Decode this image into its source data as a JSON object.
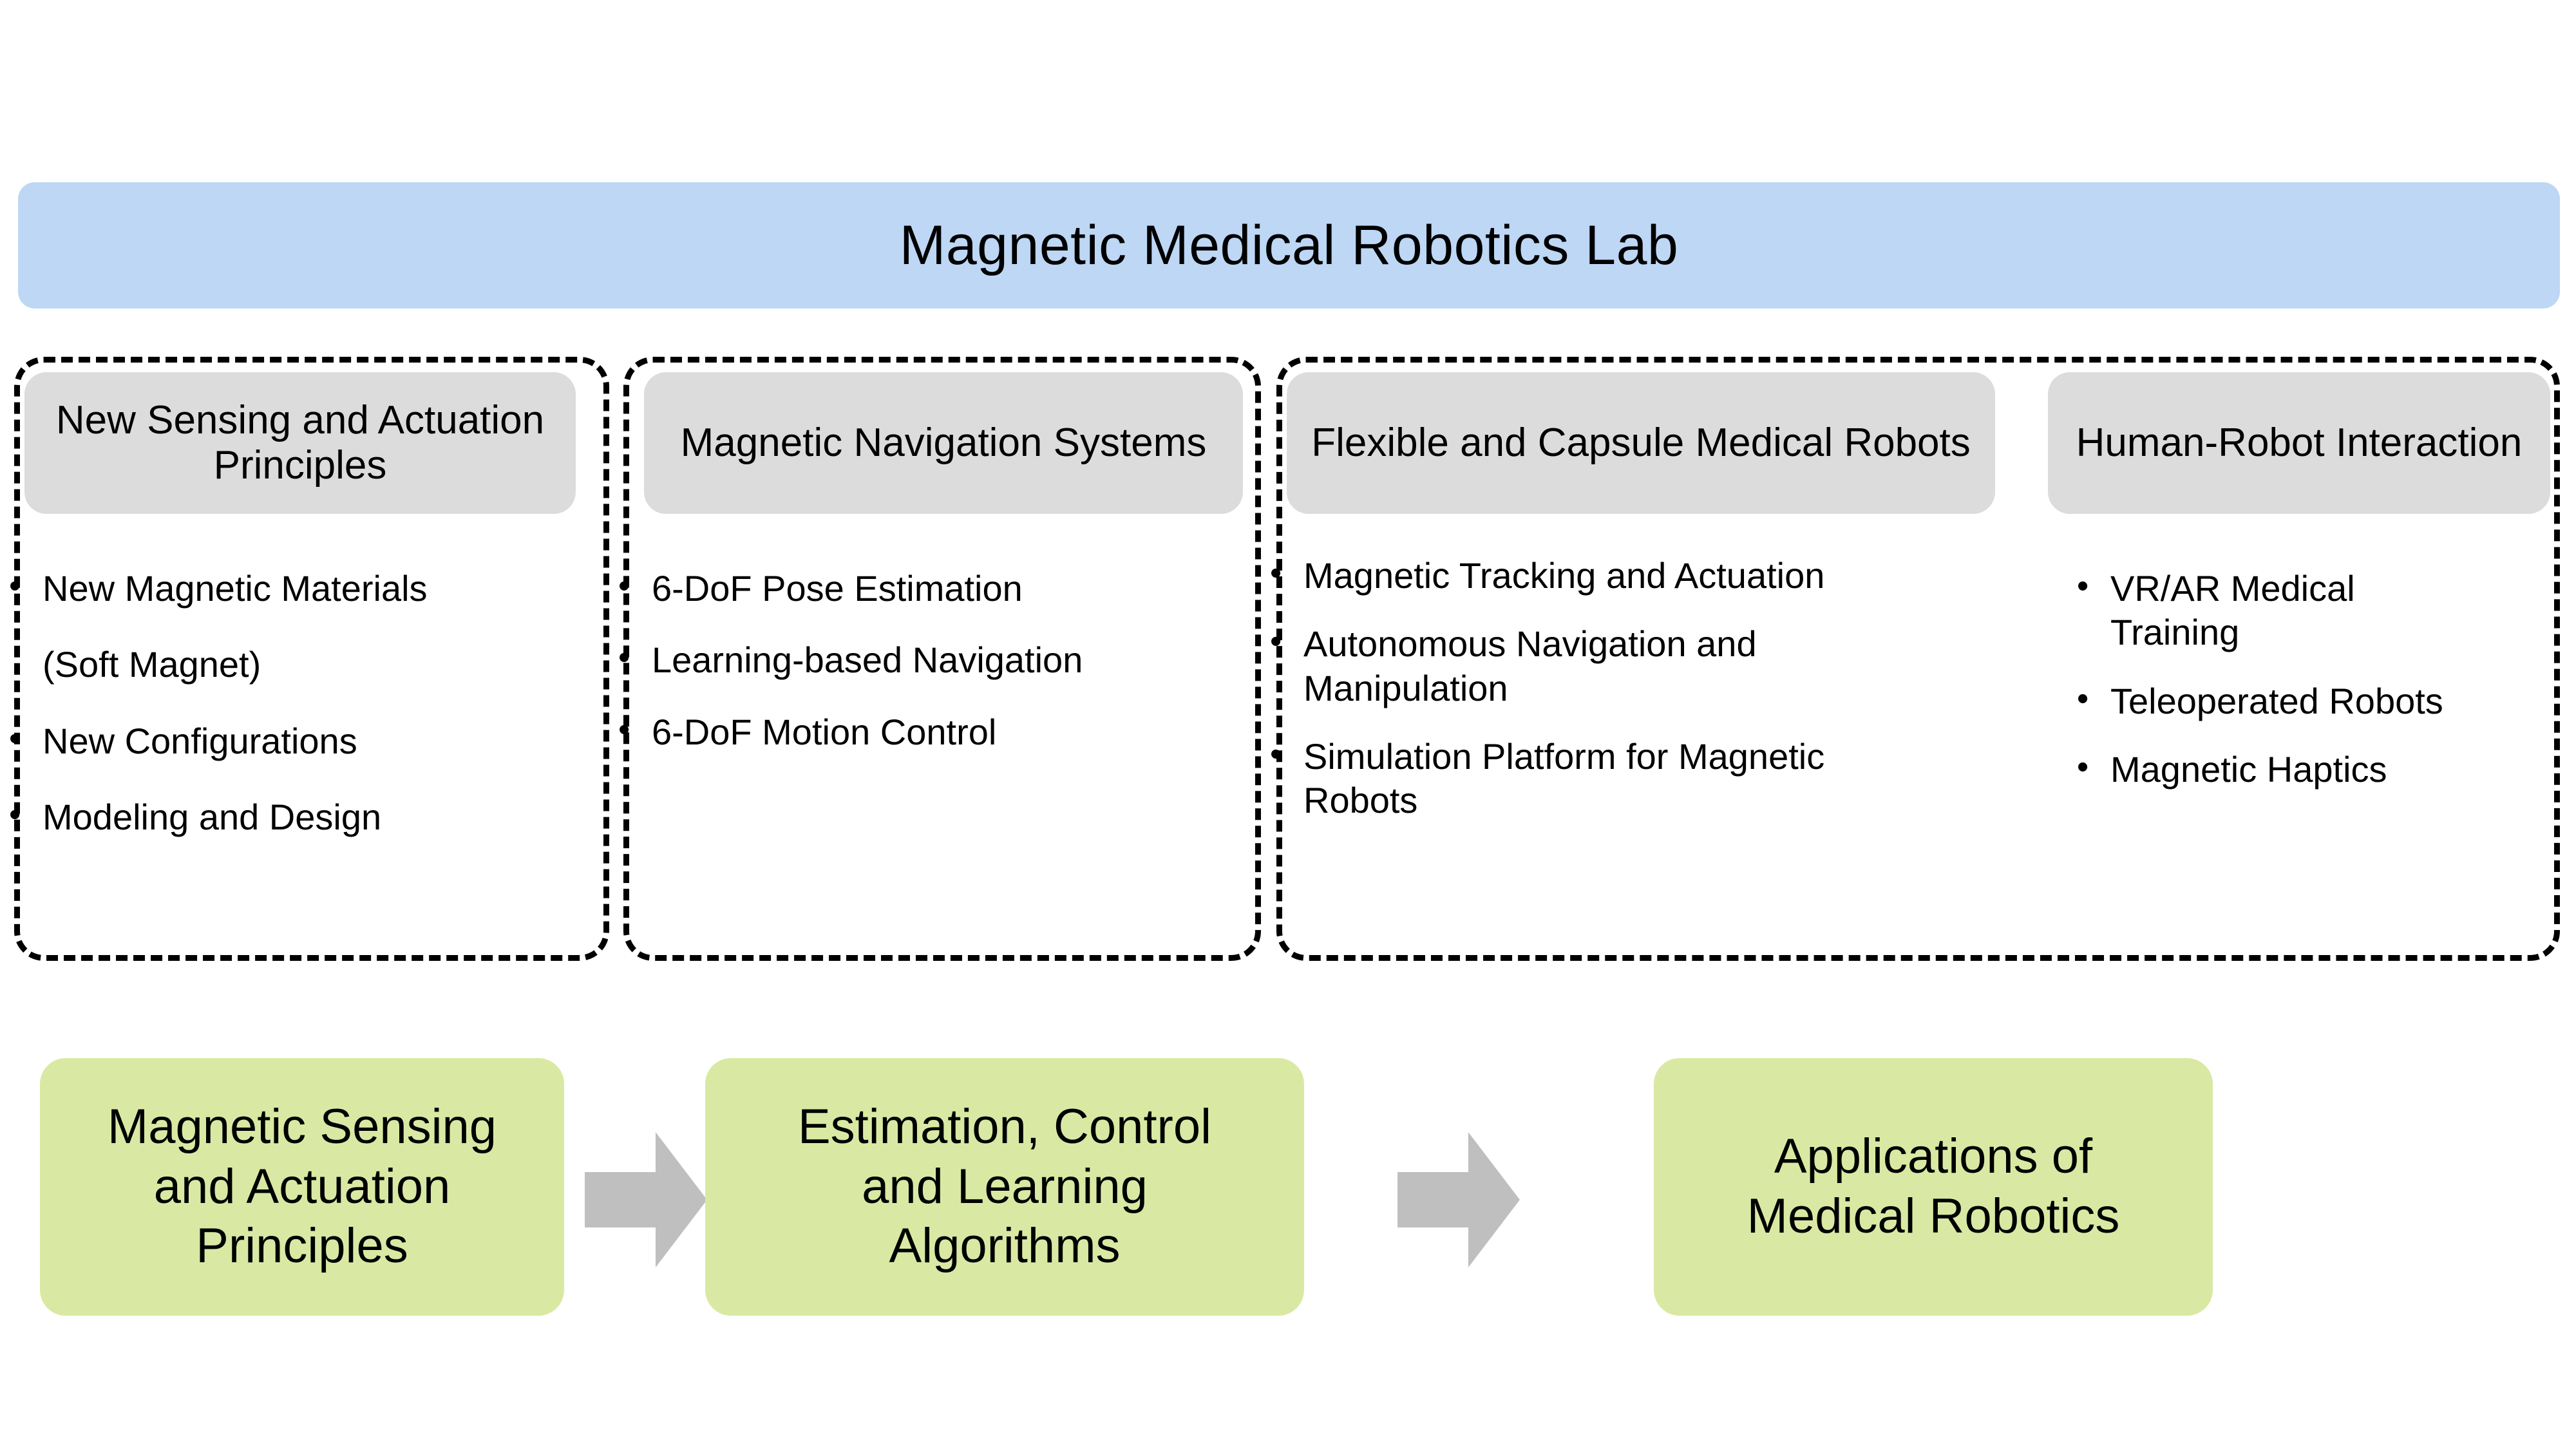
{
  "header": {
    "title": "Magnetic Medical Robotics Lab",
    "color": "#bdd7f5"
  },
  "pillars": [
    {
      "id": "new-sensing-and-actuation-principles",
      "heading": "New Sensing and\nActuation Principles",
      "items": [
        {
          "bullet": true,
          "text": "New Magnetic Materials"
        },
        {
          "bullet": false,
          "text": "(Soft Magnet)"
        },
        {
          "bullet": true,
          "text": "New Configurations"
        },
        {
          "bullet": true,
          "text": "Modeling and Design"
        }
      ]
    },
    {
      "id": "magnetic-navigation-systems",
      "heading": "Magnetic Navigation\nSystems",
      "items": [
        {
          "bullet": true,
          "text": "6-DoF Pose Estimation"
        },
        {
          "bullet": true,
          "text": "Learning-based Navigation"
        },
        {
          "bullet": true,
          "text": "6-DoF Motion Control"
        }
      ]
    },
    {
      "id": "flexible-and-capsule-medical-robots",
      "heading": "Flexible and Capsule\nMedical Robots",
      "items": [
        {
          "bullet": true,
          "text": "Magnetic Tracking and Actuation"
        },
        {
          "bullet": true,
          "text": "Autonomous Navigation and\nManipulation"
        },
        {
          "bullet": true,
          "text": "Simulation Platform for Magnetic\nRobots"
        }
      ]
    },
    {
      "id": "human-robot-interaction",
      "heading": "Human-Robot\nInteraction",
      "items": [
        {
          "bullet": true,
          "text": "VR/AR Medical\nTraining"
        },
        {
          "bullet": true,
          "text": "Teleoperated Robots"
        },
        {
          "bullet": true,
          "text": "Magnetic Haptics"
        }
      ]
    }
  ],
  "flow": {
    "boxes": [
      {
        "id": "magnetic-sensing-and-actuation-principles",
        "label": "Magnetic Sensing\nand Actuation\nPrinciples"
      },
      {
        "id": "estimation-control-and-learning-algorithms",
        "label": "Estimation, Control\nand Learning\nAlgorithms"
      },
      {
        "id": "applications-of-medical-robotics",
        "label": "Applications of\nMedical Robotics"
      }
    ],
    "arrows": [
      {
        "id": "flow-arrow-1",
        "icon": "right-block-arrow-icon"
      },
      {
        "id": "flow-arrow-2",
        "icon": "right-block-arrow-icon"
      }
    ],
    "box_color": "#d9e9a3",
    "arrow_color": "#bfbfbf"
  },
  "styling": {
    "pillar_heading_color": "#dcdcdc",
    "dash_color": "#000000",
    "bullet_glyph": "•"
  }
}
